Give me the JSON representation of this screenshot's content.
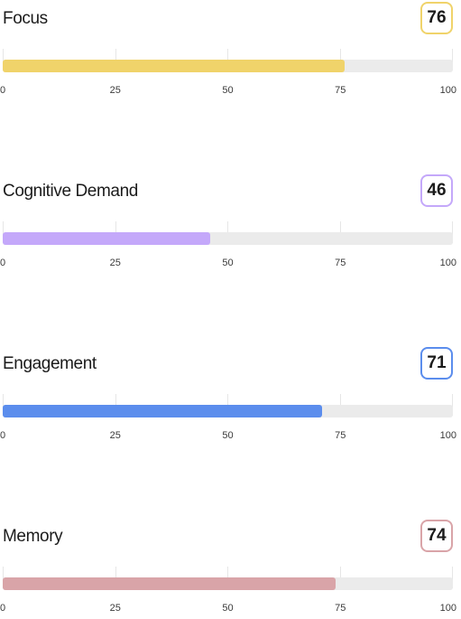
{
  "axis": {
    "ticks": [
      "0",
      "25",
      "50",
      "75",
      "100"
    ],
    "tick_values": [
      0,
      25,
      50,
      75,
      100
    ],
    "range": [
      0,
      100
    ]
  },
  "chart_data": {
    "type": "bar",
    "orientation": "horizontal",
    "categories": [
      "Focus",
      "Cognitive Demand",
      "Engagement",
      "Memory"
    ],
    "values": [
      76,
      46,
      71,
      74
    ],
    "xlim": [
      0,
      100
    ],
    "grid": true
  },
  "metrics": [
    {
      "title": "Focus",
      "score": "76",
      "color": "#f0d36a",
      "border": "#f0d36a"
    },
    {
      "title": "Cognitive Demand",
      "score": "46",
      "color": "#c4a8fa",
      "border": "#c4a8fa"
    },
    {
      "title": "Engagement",
      "score": "71",
      "color": "#5b8ded",
      "border": "#5b8ded"
    },
    {
      "title": "Memory",
      "score": "74",
      "color": "#d9a4a8",
      "border": "#d9a4a8"
    }
  ]
}
